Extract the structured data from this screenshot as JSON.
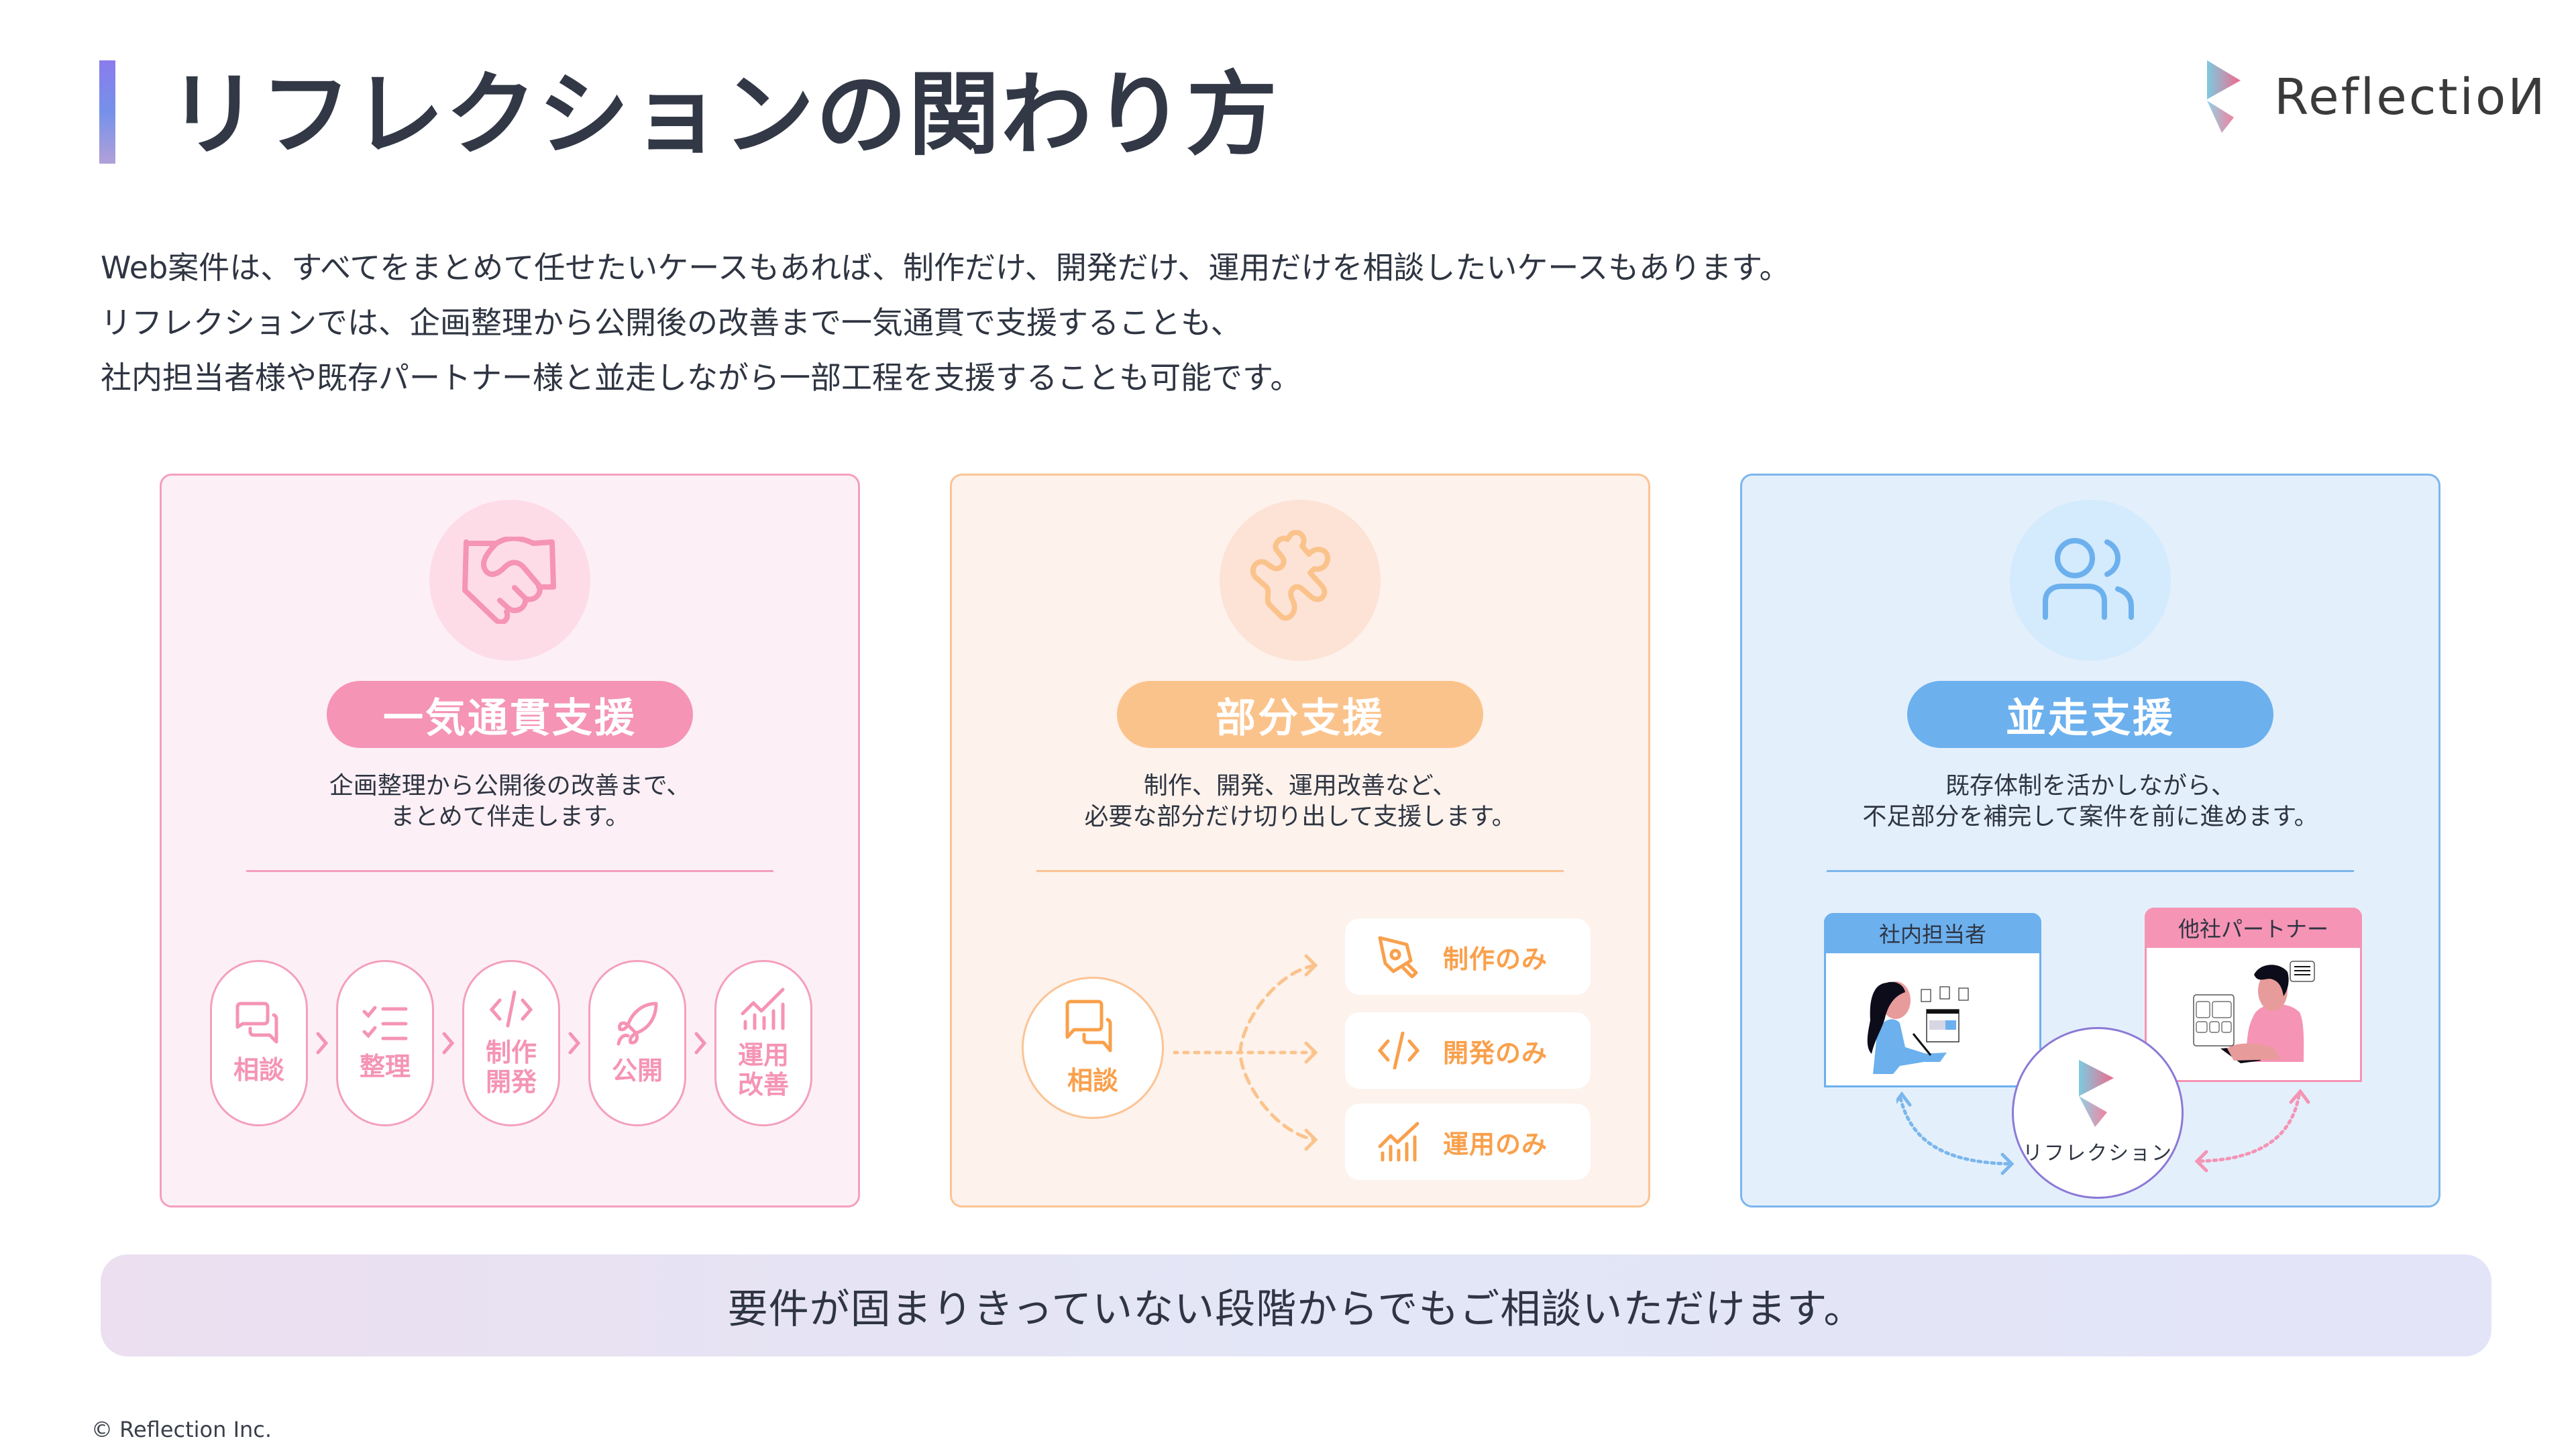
{
  "header": {
    "title": "リフレクションの関わり方",
    "accent_gradient": [
      "#8a7cec",
      "#7591ea",
      "#b2a0d8"
    ],
    "logo_text": "ReflectioИ"
  },
  "intro": {
    "lines": [
      "Web案件は、すべてをまとめて任せたいケースもあれば、制作だけ、開発だけ、運用だけを相談したいケースもあります。",
      "リフレクションでは、企画整理から公開後の改善まで一気通貫で支援することも、",
      "社内担当者様や既存パートナー様と並走しながら一部工程を支援することも可能です。"
    ]
  },
  "cards": [
    {
      "id": "full",
      "icon": "handshake-icon",
      "title": "一気通貫支援",
      "desc_lines": [
        "企画整理から公開後の改善まで、",
        "まとめて伴走します。"
      ],
      "color": "#f594b5",
      "steps": [
        {
          "icon": "chat-icon",
          "label": "相談"
        },
        {
          "icon": "checklist-icon",
          "label": "整理"
        },
        {
          "icon": "code-icon",
          "label": "制作\n開発"
        },
        {
          "icon": "rocket-icon",
          "label": "公開"
        },
        {
          "icon": "chart-icon",
          "label": "運用\n改善"
        }
      ]
    },
    {
      "id": "partial",
      "icon": "puzzle-icon",
      "title": "部分支援",
      "desc_lines": [
        "制作、開発、運用改善など、",
        "必要な部分だけ切り出して支援します。"
      ],
      "color": "#fbc38c",
      "source": {
        "icon": "chat-icon",
        "label": "相談"
      },
      "options": [
        {
          "icon": "pen-icon",
          "label": "制作のみ"
        },
        {
          "icon": "code-icon",
          "label": "開発のみ"
        },
        {
          "icon": "chart-icon",
          "label": "運用のみ"
        }
      ]
    },
    {
      "id": "parallel",
      "icon": "users-icon",
      "title": "並走支援",
      "desc_lines": [
        "既存体制を活かしながら、",
        "不足部分を補完して案件を前に進めます。"
      ],
      "color": "#6cb0ee",
      "inhouse_label": "社内担当者",
      "partner_label": "他社パートナー",
      "center_label": "リフレクション"
    }
  ],
  "banner": {
    "text": "要件が固まりきっていない段階からでもご相談いただけます。"
  },
  "footer": {
    "copyright": "© Reflection Inc."
  }
}
